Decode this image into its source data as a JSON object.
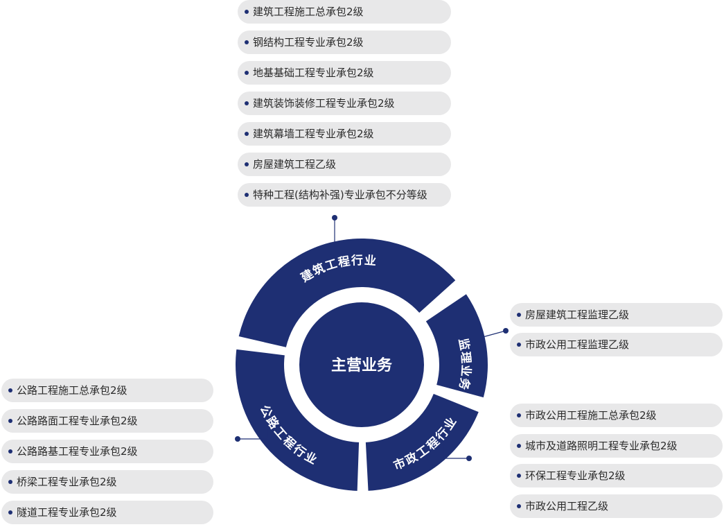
{
  "center": {
    "label": "主营业务"
  },
  "segments": [
    {
      "id": "construction",
      "label": "建筑工程行业"
    },
    {
      "id": "supervision",
      "label": "监理业务"
    },
    {
      "id": "municipal",
      "label": "市政工程行业"
    },
    {
      "id": "highway",
      "label": "公路工程行业"
    }
  ],
  "lists": {
    "construction": [
      "建筑工程施工总承包2级",
      "钢结构工程专业承包2级",
      "地基基础工程专业承包2级",
      "建筑装饰装修工程专业承包2级",
      "建筑幕墙工程专业承包2级",
      "房屋建筑工程乙级",
      "特种工程(结构补强)专业承包不分等级"
    ],
    "supervision": [
      "房屋建筑工程监理乙级",
      "市政公用工程监理乙级"
    ],
    "municipal": [
      "市政公用工程施工总承包2级",
      "城市及道路照明工程专业承包2级",
      "环保工程专业承包2级",
      "市政公用工程乙级"
    ],
    "highway": [
      "公路工程施工总承包2级",
      "公路路面工程专业承包2级",
      "公路路基工程专业承包2级",
      "桥梁工程专业承包2级",
      "隧道工程专业承包2级"
    ]
  },
  "colors": {
    "ring": "#1e2f73",
    "pill": "#e8e8e9",
    "text": "#2a2a2a",
    "center_text": "#ffffff"
  }
}
